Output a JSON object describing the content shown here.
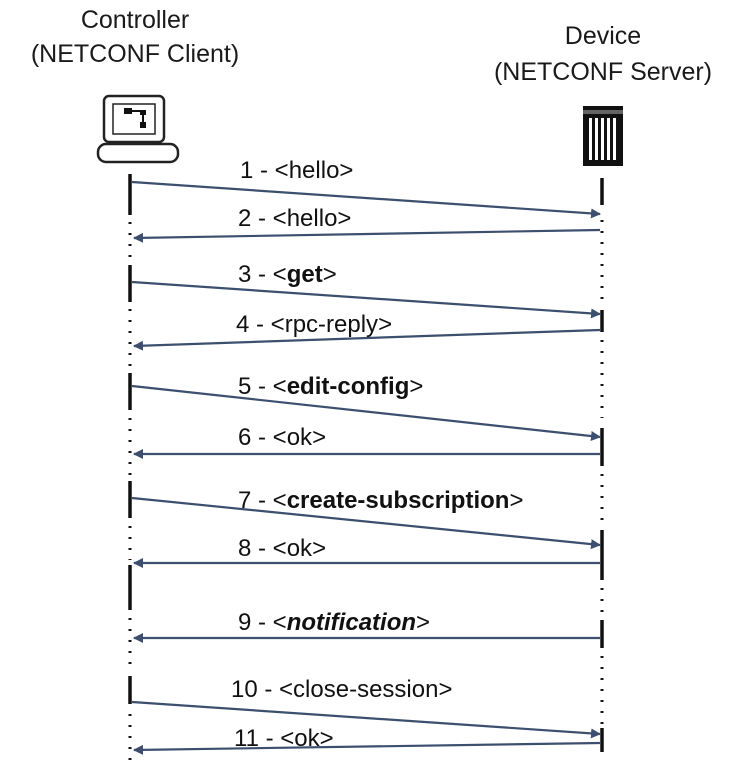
{
  "participants": {
    "controller": {
      "title": "Controller",
      "subtitle": "(NETCONF Client)"
    },
    "device": {
      "title": "Device",
      "subtitle": "(NETCONF Server)"
    }
  },
  "colors": {
    "arrow": "#3d4f6e",
    "lifeline": "#111111",
    "text": "#111111"
  },
  "messages": [
    {
      "num": "1",
      "direction": "to-device",
      "pre": "1 - <",
      "name": "hello",
      "post": ">",
      "style": "normal"
    },
    {
      "num": "2",
      "direction": "to-controller",
      "pre": "2 - <",
      "name": "hello",
      "post": ">",
      "style": "normal"
    },
    {
      "num": "3",
      "direction": "to-device",
      "pre": "3 - <",
      "name": "get",
      "post": ">",
      "style": "bold"
    },
    {
      "num": "4",
      "direction": "to-controller",
      "pre": "4 - <",
      "name": "rpc-reply",
      "post": ">",
      "style": "normal"
    },
    {
      "num": "5",
      "direction": "to-device",
      "pre": "5 - <",
      "name": "edit-config",
      "post": ">",
      "style": "bold"
    },
    {
      "num": "6",
      "direction": "to-controller",
      "pre": "6 - <",
      "name": "ok",
      "post": ">",
      "style": "normal"
    },
    {
      "num": "7",
      "direction": "to-device",
      "pre": "7 - <",
      "name": "create-subscription",
      "post": ">",
      "style": "bold"
    },
    {
      "num": "8",
      "direction": "to-controller",
      "pre": "8 - <",
      "name": "ok",
      "post": ">",
      "style": "normal"
    },
    {
      "num": "9",
      "direction": "to-controller",
      "pre": "9 - <",
      "name": "notification",
      "post": ">",
      "style": "bold-italic"
    },
    {
      "num": "10",
      "direction": "to-device",
      "pre": "10 - <",
      "name": "close-session",
      "post": ">",
      "style": "normal"
    },
    {
      "num": "11",
      "direction": "to-controller",
      "pre": "11 - <",
      "name": "ok",
      "post": ">",
      "style": "normal"
    }
  ]
}
